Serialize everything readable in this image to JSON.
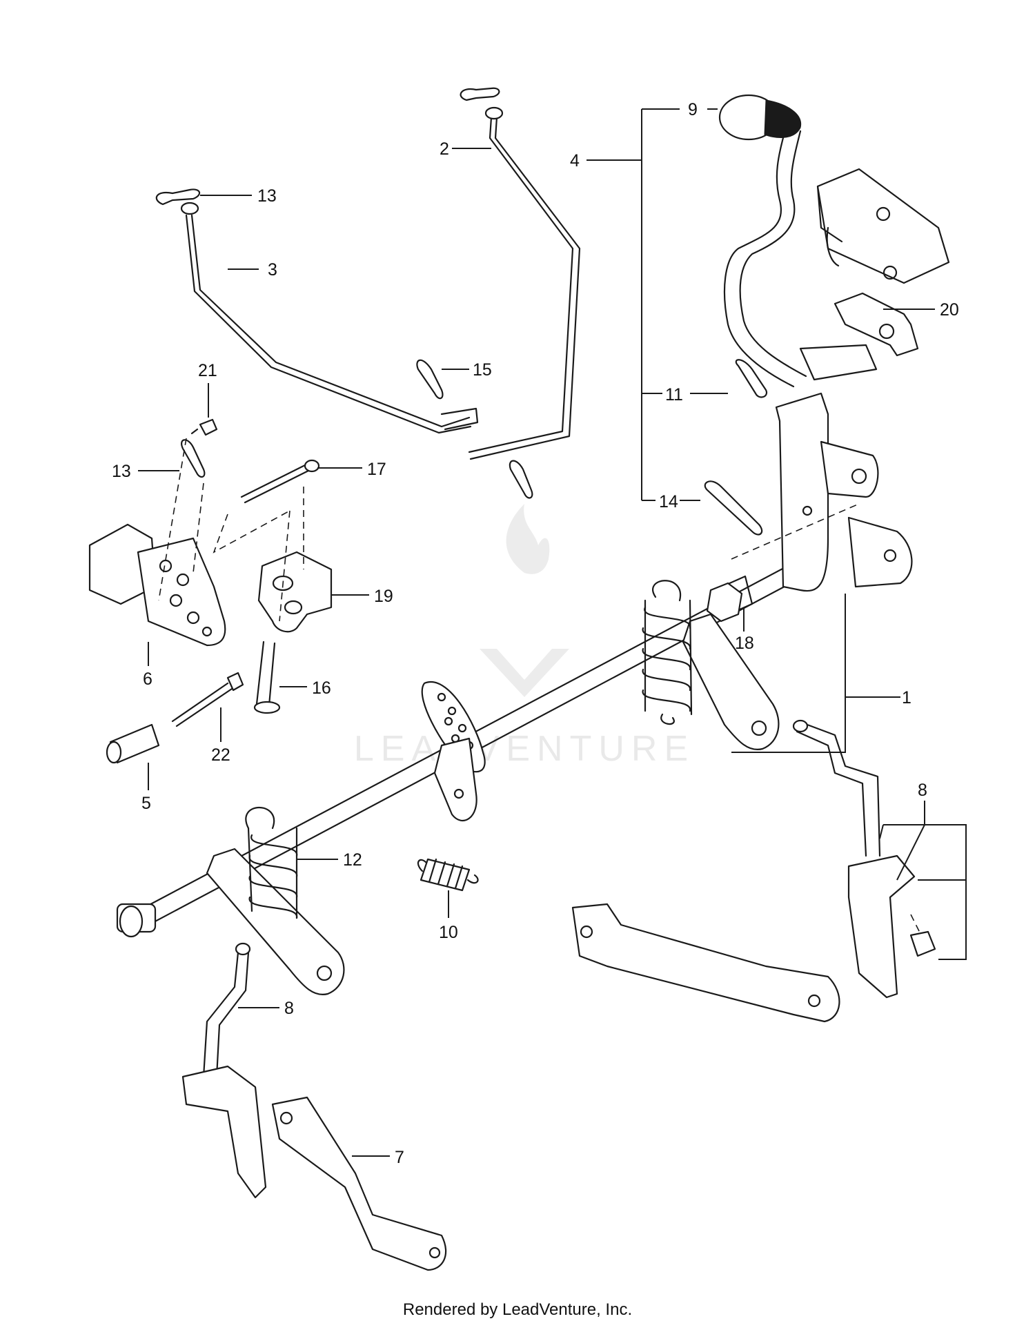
{
  "diagram": {
    "callouts": [
      "1",
      "2",
      "3",
      "4",
      "5",
      "6",
      "7",
      "8",
      "8",
      "9",
      "10",
      "11",
      "12",
      "13",
      "13",
      "14",
      "15",
      "16",
      "17",
      "18",
      "19",
      "20",
      "21",
      "22"
    ],
    "watermark_text": "LEADVENTURE",
    "footer": "Rendered by LeadVenture, Inc."
  },
  "colors": {
    "line": "#1a1a1a",
    "background": "#ffffff",
    "watermark": "#e9e9e9"
  }
}
